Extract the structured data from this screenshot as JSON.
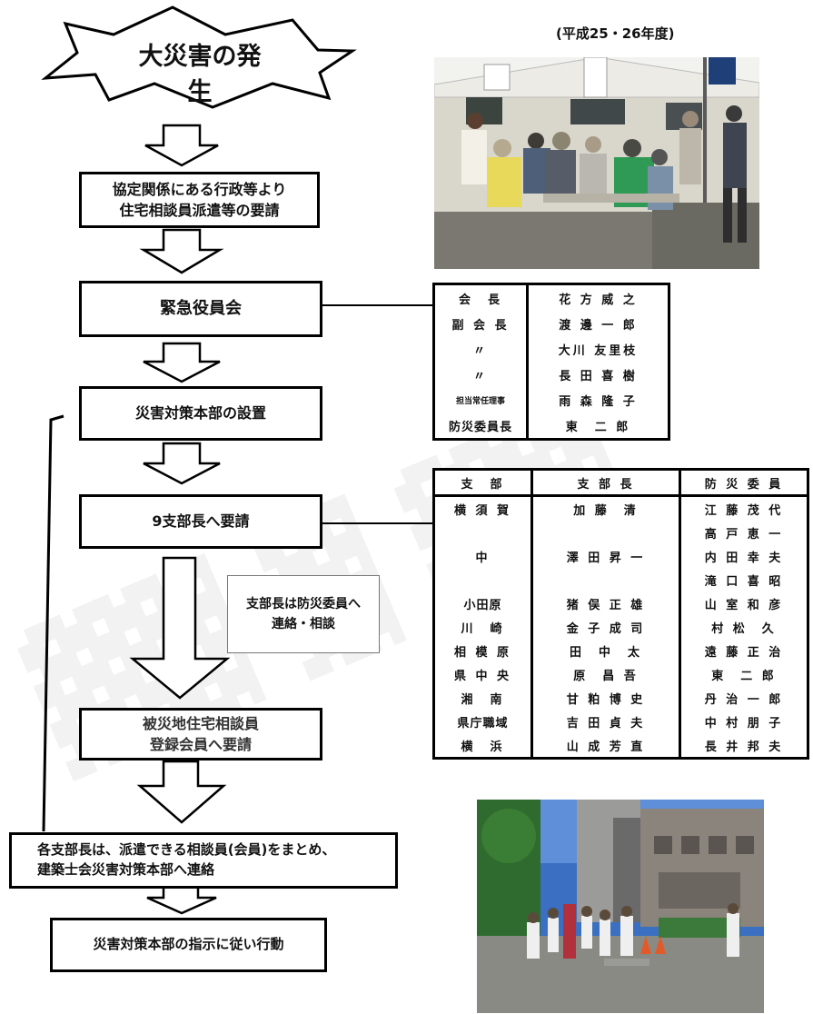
{
  "header": {
    "fiscal_year": "(平成25・26年度)"
  },
  "flow": {
    "start": "大災害の発生",
    "request": [
      "協定関係にある行政等より",
      "住宅相談員派遣等の要請"
    ],
    "emergency": "緊急役員会",
    "hq": "災害対策本部の設置",
    "branch_request": "9支部長へ要請",
    "note": [
      "支部長は防災委員へ",
      "連絡・相談"
    ],
    "members": [
      "被災地住宅相談員",
      "登録会員へ要請"
    ],
    "compile": [
      "各支部長は、派遣できる相談員(会員)をまとめ、",
      "建築士会災害対策本部へ連絡"
    ],
    "action": "災害対策本部の指示に従い行動"
  },
  "officers": [
    {
      "role": "会　長",
      "name": "花 方 威 之"
    },
    {
      "role": "副 会 長",
      "name": "渡 邊 一 郎"
    },
    {
      "role": "〃",
      "name": "大川 友里枝"
    },
    {
      "role": "〃",
      "name": "長 田 喜 樹"
    },
    {
      "role": "担当常任理事",
      "name": "雨 森 隆 子"
    },
    {
      "role": "防災委員長",
      "name": "東　二 郎"
    }
  ],
  "branches": {
    "headers": [
      "支　部",
      "支 部 長",
      "防 災 委 員"
    ],
    "rows": [
      {
        "branch": "横 須 賀",
        "chief": "加 藤　清",
        "committee": "江 藤 茂 代"
      },
      {
        "branch": "",
        "chief": "",
        "committee": "高 戸 恵 一"
      },
      {
        "branch": "中",
        "chief": "澤 田 昇 一",
        "committee": "内 田 幸 夫"
      },
      {
        "branch": "",
        "chief": "",
        "committee": "滝 口 喜 昭"
      },
      {
        "branch": "小田原",
        "chief": "猪 俣 正 雄",
        "committee": "山 室 和 彦"
      },
      {
        "branch": "川　崎",
        "chief": "金 子 成 司",
        "committee": "村 松　久"
      },
      {
        "branch": "相 模 原",
        "chief": "田　中　太",
        "committee": "遠 藤 正 治"
      },
      {
        "branch": "県 中 央",
        "chief": "原　昌 吾",
        "committee": "東　二 郎"
      },
      {
        "branch": "湘　南",
        "chief": "甘 粕 博 史",
        "committee": "丹 治 一 郎"
      },
      {
        "branch": "県庁職域",
        "chief": "吉 田 貞 夫",
        "committee": "中 村 朋 子"
      },
      {
        "branch": "横　浜",
        "chief": "山 成 芳 直",
        "committee": "長 井 邦 夫"
      }
    ]
  },
  "photos": {
    "top": "consultation-tent-photo",
    "bottom": "outdoor-gathering-photo"
  },
  "colors": {
    "border": "#000000",
    "sky": "#3a6fc2",
    "asphalt": "#8a8a84"
  }
}
